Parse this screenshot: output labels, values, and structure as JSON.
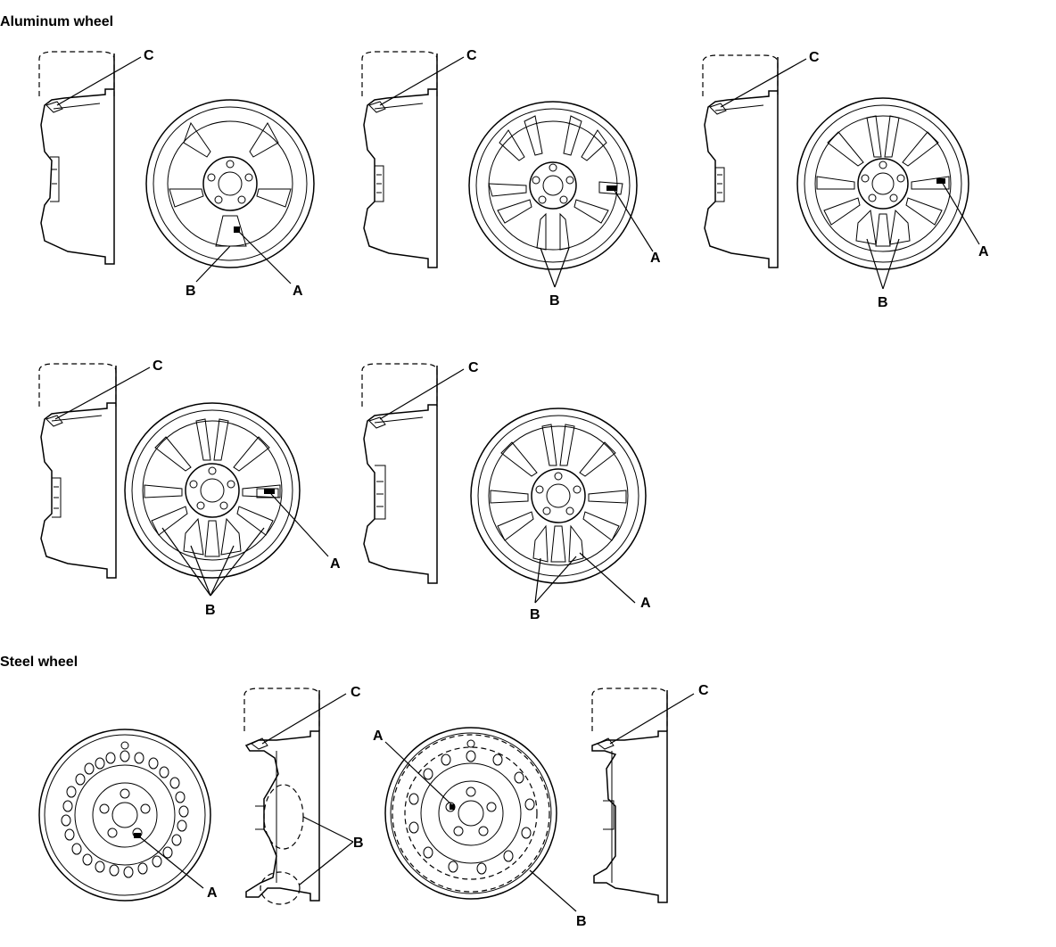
{
  "headings": {
    "aluminum": "Aluminum wheel",
    "steel": "Steel wheel"
  },
  "labels": {
    "a": "A",
    "b": "B",
    "c": "C"
  }
}
